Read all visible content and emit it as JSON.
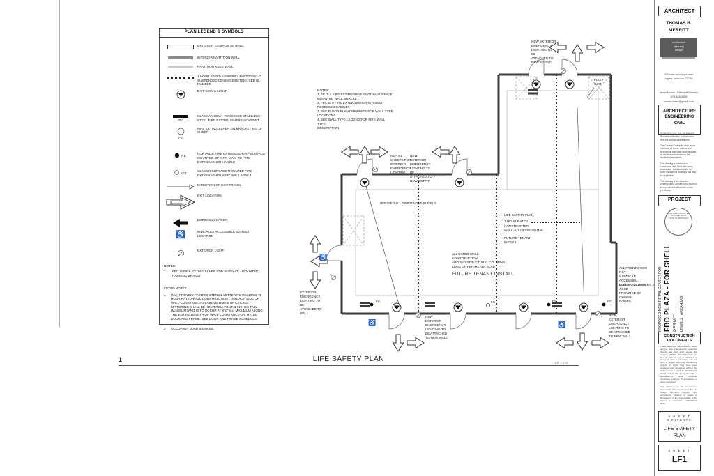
{
  "sheet": {
    "drawing_number": "1",
    "drawing_title": "LIFE SAFETY PLAN",
    "drawing_scale": "1/8\" = 1'-0\""
  },
  "legend": {
    "title": "PLAN LEGEND & SYMBOLS",
    "items": [
      {
        "label": "EXTERIOR COMPOSITE WALL."
      },
      {
        "label": "INTERIOR PARTITION WALL"
      },
      {
        "label": "PARTITION KNEE WALL"
      },
      {
        "label": "1 HOUR RATED ASSEMBLY PARTITION; 4\" SUSPENDED CEILING EXISTING; SEE UL NUMBER"
      },
      {
        "label": "EXIT SIGN & LIGHT"
      },
      {
        "tag": "FEC",
        "label": "CLASS AA SEMI - RECESSED STAINLESS STEEL FIRE EXTINGUISHER IN CABINET"
      },
      {
        "tag": "FE",
        "label": "FIRE EXTINGUISHER ON BRACKET RE: LF SHEET"
      },
      {
        "tag": "F.E.",
        "label": "PORTABLE FIRE EXTINGUISHER - SURFACE MOUNTED 40\" A.F.F. MAX. TO FIRE EXTINGUISHER HANDLE"
      },
      {
        "tag": "KFE",
        "label": "CLASS K SURFACE MOUNTED FIRE EXTINGUISHER AFPC 906.1 & 906.4"
      },
      {
        "label": "DIRECTION OF EXIT TRAVEL"
      },
      {
        "label": "EXIT LOCATION"
      },
      {
        "label": "EGRESS LOCATION"
      },
      {
        "label": "INDICATES ACCESSIBLE EGRESS LOCATION"
      },
      {
        "label": "EXTERIOR LIGHT"
      }
    ],
    "notes_title": "NOTES:",
    "notes": [
      {
        "num": "1.",
        "text": "FEC IS FIRE EXTINGUISHER AND SURFACE - MOUNTED HANGING BRAKET."
      }
    ],
    "keyed_title": "KEYED NOTES",
    "keyed": [
      {
        "num": "1",
        "text": "(N/A) PROVIDE PAINTED STENCIL LETTERING READING, \"2 HOUR RATED WALL CONSTRUCTION\", ON EACH SIDE OF WALL CONSTRUCTION ABOVE LIMITS OF CEILING. LETTERING SHALL BE HELVETICA FONT, 3 INCHES TALL (MINIMUM) AND IS TO OCCUR AT 8'-0\" o.c. MAXIMUM ALONG THE ENTIRE LENGTH OF WALL CONSTRUCTION. RATED DOOR AND FRAME. SEE DOOR AND FRAME SCHEDULE."
      },
      {
        "num": "2",
        "text": "OCCUPANT LOAD SIGNAGE."
      }
    ]
  },
  "plan": {
    "notes_block": "NOTES:\n1.  FE IS A FIRE EXTINGUISHER WITH A SURFACE\n      MOUNTED WALL BRACKET.\n2.  FEC IS A FIRE EXTINGUISHER IN A SEMI-\n      RECESSED CABINET.\n3.  SEE FLOOR PLAN DRAWINGS FOR WALL TYPE\n      LOCATIONS.\n4.  SEE WALL TYPE LEGEND FOR FIRE WALL\nTYPE\n      DESCRIPTION",
    "ref_e1": "REF.  E1\nSHEETS FOR\nINTERIOR\nEMERGENCY\nLIGHTING",
    "new_ext_soffit_left": "NEW EXTERIOR\nEMERGENCY\nLIGHTING TO BE\nATTACHED TO\nNEW SOFFIT",
    "new_ext_soffit_top": "NEW EXTERIOR\nEMERGENCY\nLIGHTING TO BE\nATTACHED TO\nNEW SOFFIT.",
    "inset_girt": "INSET\nGIRT",
    "verified": "VERIFIED ALL DIMENSIONS IN FIELD",
    "life_safety_title": "LIFE SAFETY PLAN.",
    "one_hour_rated": "1-HOUR RATED",
    "constructed_wall": "CONSTRUCTED\nWALL - UL DESIGN #U465",
    "future_tenant_small": "FUTURE TENANT\nINSTALL",
    "all_rated": "ALL RATED WALL\nCONSTRUCTION\nAROUND STRUCTURAL COLUMNS\nEDGE OF PERIMETER SLAB",
    "future_tenant_big": "FUTURE TENANT INSTALL",
    "front_door_note": "ALL FRONT DOOR NOT\nHANDICAP ACCESSIBL.\nCLEAR. ALL OTHERS 3",
    "card_access_note": "ELECTRIC CARD ACCE\nPROVIDED BY OWNER\nDOORS.",
    "ext_lighting_wall": "EXTERIOR\nEMERGENCY\nLIGHTING TO BE\nATTACHED TO\nWALL",
    "new_wall_mid": "NEW EXTERIOR\nEMERGENCY\nLIGHTING TO\nBE ATTACHED\nTO NEW WALL",
    "new_wall_right": "NEW EXTERIOR\nEMERGENCY\nLIGHTING TO\nBE ATTACHED\nTO NEW WALL",
    "fe_label": "F.E.",
    "wheelchair_glyph": "♿"
  },
  "titleblock": {
    "architect_label": "ARCHITECT",
    "architect_name": "THOMAS B.\nMERRITT",
    "brand": "architecture\nplanning\ndesign",
    "address": "400 east new hope road\nrogers arkansas 72758",
    "contact": "Isaac  Moran , Principal Contact\n479.445.4595\nmoran.isaac@gmail.com",
    "disciplines": "ARCHITECTURE\nENGINEERING\nCIVIL",
    "legal": [
      "DO NOT SCALE THE DRAWINGS. Request verification of dimensions from the Architect as required.",
      "The General Contractor shall check uniformly all levels, datums and dimensions and shall report any and all errors and omissions to the Architect immediately.",
      "This drawing is to be read in conjunction with Civils, structural, mechanical, electrical and/or any other consultants drawings that may be applicable.",
      "This drawing is the exclusive property of the Architect and must not be reproduced without the written permission."
    ],
    "project_label": "PROJECT",
    "seal": "REGISTERED ARCHITECT\nThomas B. Merritt\nSTATE OF ARKANSAS",
    "project_for": "PROPOSED NEW RETAIL CENTER FOR:",
    "project_name": "FBD PLAZA - FOR SHELL",
    "project_phase": "PERMIT",
    "project_location": "LOWELL , ARKANSAS",
    "cd_label": "CONSTRUCTION\nDOCUMENTS",
    "cd_text": [
      "These drawings, specifications, ideas, designs and arrangements presented thereby are and shall remain the property of T.B.M. ARCHITECT. No part thereof shall be copied, disclosed to others or used in connection with any work or project other than the specific project for which they have been prepared and developed without the written consent of T.B.M. ARCHITECT. Visual contact with these drawings or specifications shall constitute conclusive evidence of acceptance of these restrictions.",
      "Any deviation in the Construction Documents, that compromises the Life Safety, Structural Integrity, ADA compliance, Violation of Codes or Regulations is the responsibility of the Owner or Contractor. COPYRIGHT 2024"
    ],
    "sheet_contents_label": "S H E E T\nCONTENTS",
    "sheet_contents": "LIFE S AFETY\nPLAN",
    "sheet_label": "S H E E T",
    "sheet_number": "LF1"
  }
}
